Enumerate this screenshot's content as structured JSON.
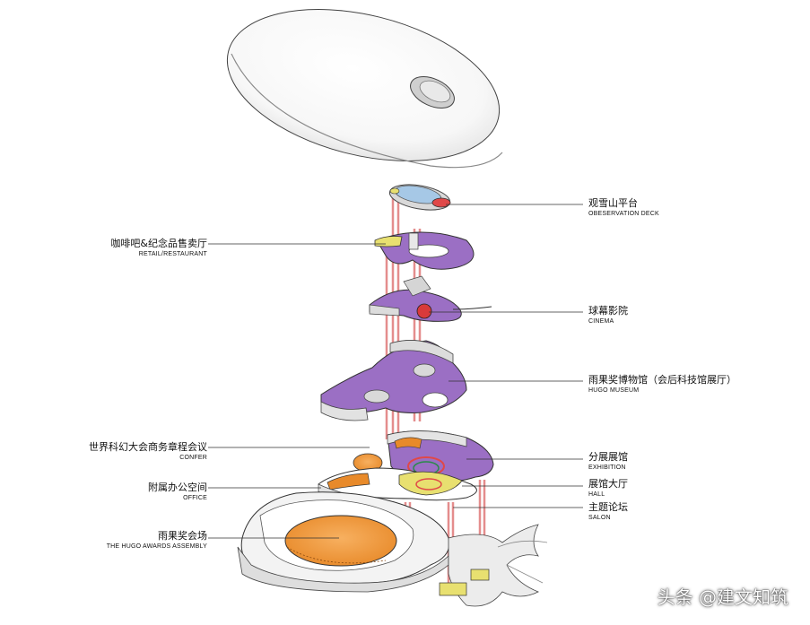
{
  "labels": {
    "observation_deck": {
      "zh": "观雪山平台",
      "en": "OBESERVATION DECK"
    },
    "retail": {
      "zh": "咖啡吧&纪念品售卖厅",
      "en": "RETAIL/RESTAURANT"
    },
    "cinema": {
      "zh": "球幕影院",
      "en": "CINEMA"
    },
    "museum": {
      "zh": "雨果奖博物馆（会后科技馆展厅）",
      "en": "HUGO MUSEUM"
    },
    "confer": {
      "zh": "世界科幻大会商务章程会议",
      "en": "CONFER"
    },
    "exhibition": {
      "zh": "分展展馆",
      "en": "EXHIBITION"
    },
    "office": {
      "zh": "附属办公空间",
      "en": "OFFICE"
    },
    "hall": {
      "zh": "展馆大厅",
      "en": "HALL"
    },
    "salon": {
      "zh": "主题论坛",
      "en": "SALON"
    },
    "assembly": {
      "zh": "雨果奖会场",
      "en": "THE HUGO AWARDS  ASSEMBLY"
    }
  },
  "watermark": "头条 @建文知筑",
  "colors": {
    "purple": "#9b6fc4",
    "orange": "#f0a040",
    "yellow": "#e8e070",
    "red": "#e04848",
    "shell": "#f6f6f6",
    "pink_column": "#f0b0b0"
  }
}
